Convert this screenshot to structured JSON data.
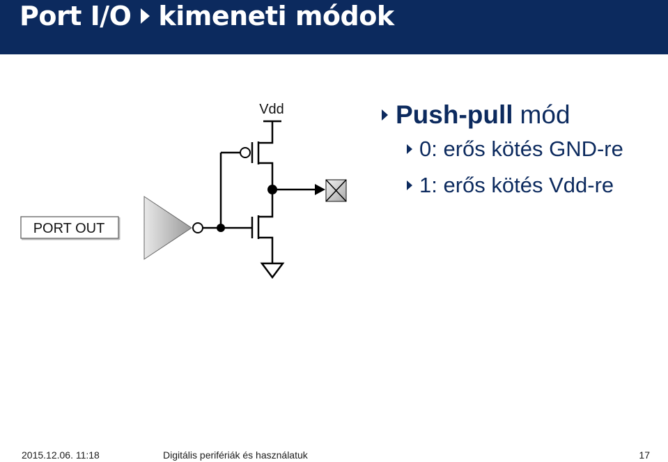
{
  "slide": {
    "title_part1": "Port I/O",
    "title_part2": "kimeneti módok"
  },
  "diagram": {
    "vdd_label": "Vdd",
    "port_out_label": "PORT OUT"
  },
  "bullets": {
    "main_bold": "Push-pull",
    "main_normal": "mód",
    "items": [
      "0: erős kötés GND-re",
      "1: erős kötés Vdd-re"
    ]
  },
  "footer": {
    "date": "2015.12.06. 11:18",
    "title": "Digitális perifériák és használatuk",
    "page": "17"
  },
  "colors": {
    "header_bg": "#0c2a5e",
    "text_blue": "#0c2a5e"
  }
}
